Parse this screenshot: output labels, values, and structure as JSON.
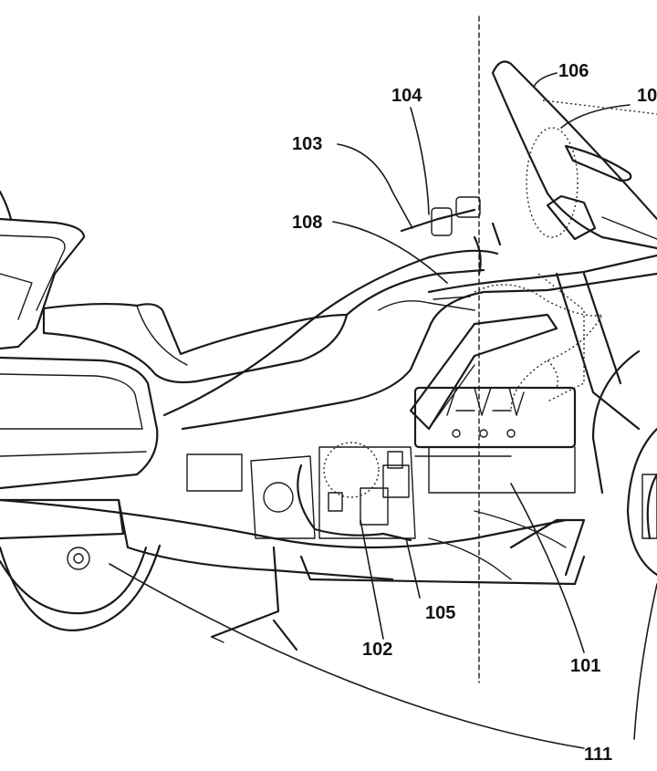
{
  "figure": {
    "background": "#ffffff",
    "line_color": "#1a1a1a",
    "reference_numerals": [
      {
        "id": "n106",
        "text": "106"
      },
      {
        "id": "n107",
        "text": "10"
      },
      {
        "id": "n104",
        "text": "104"
      },
      {
        "id": "n103",
        "text": "103"
      },
      {
        "id": "n108",
        "text": "108"
      },
      {
        "id": "n105",
        "text": "105"
      },
      {
        "id": "n102",
        "text": "102"
      },
      {
        "id": "n101",
        "text": "101"
      },
      {
        "id": "n111",
        "text": "111"
      }
    ]
  }
}
